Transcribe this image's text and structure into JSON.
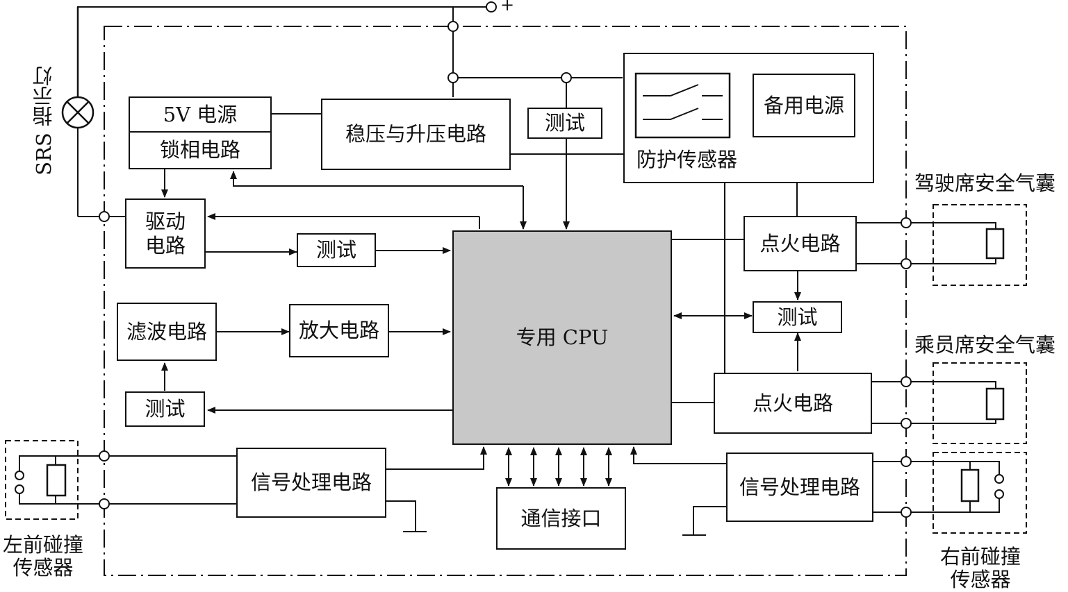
{
  "blocks": {
    "power_5v": "5V 电源",
    "pll": "锁相电路",
    "regulator": "稳压与升压电路",
    "test_top": "测试",
    "protect_sensor": "防护传感器",
    "backup_power": "备用电源",
    "driver": "驱动\n电路",
    "test_driver": "测试",
    "filter": "滤波电路",
    "amplifier": "放大电路",
    "test_filter": "测试",
    "cpu": "专用 CPU",
    "ignition_driver": "点火电路",
    "test_ignition": "测试",
    "ignition_passenger": "点火电路",
    "signal_left": "信号处理电路",
    "signal_right": "信号处理电路",
    "comm": "通信接口"
  },
  "labels": {
    "srs_lamp": "SRS 指示灯",
    "plus": "+",
    "driver_airbag": "驾驶席安全气囊",
    "passenger_airbag": "乘员席安全气囊",
    "left_sensor": "左前碰撞\n传感器",
    "right_sensor": "右前碰撞\n传感器"
  }
}
